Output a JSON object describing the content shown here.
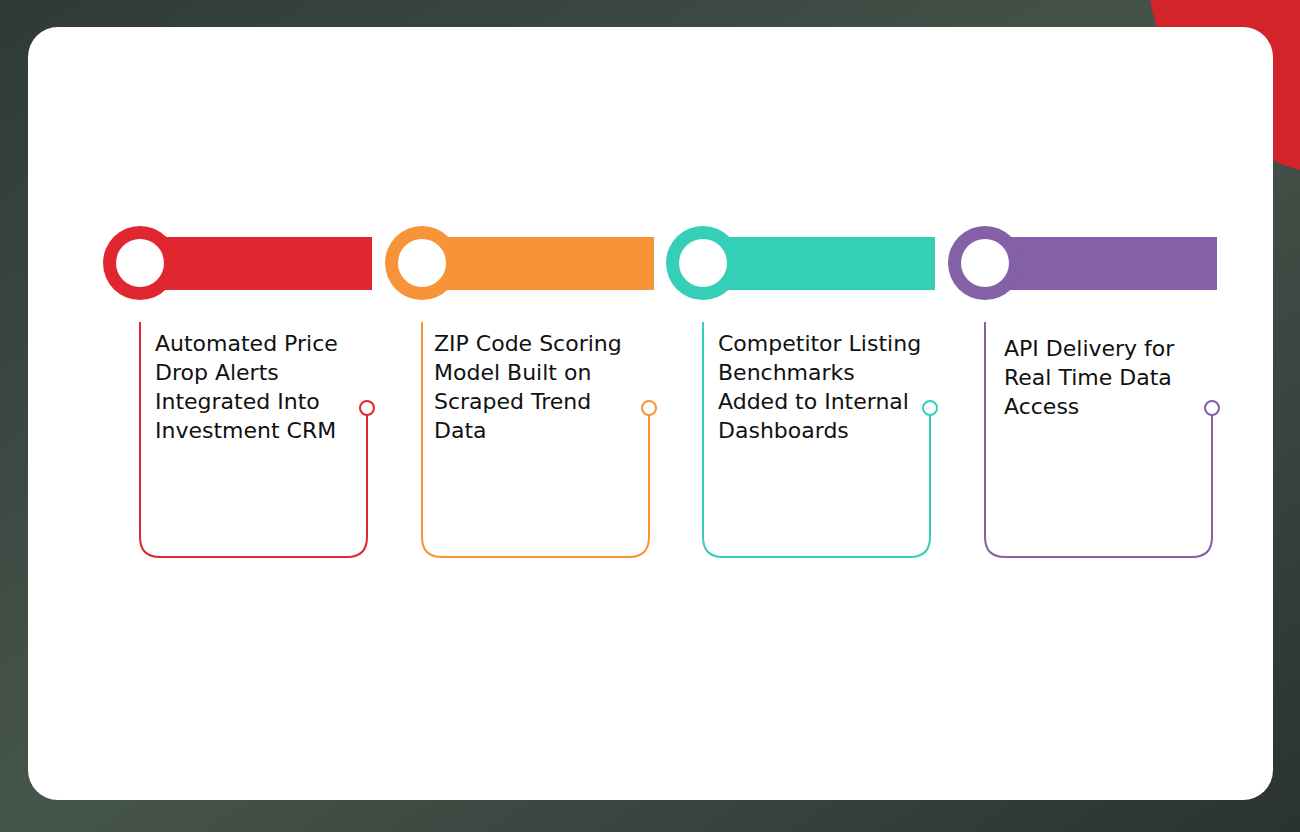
{
  "diagram": {
    "nodes": [
      {
        "text": [
          "Automated Price Drop Alerts Integrated Into Investment CRM"
        ]
      },
      {
        "text": [
          "ZIP Code Scoring Model Built on Scraped Trend Data"
        ]
      },
      {
        "text": [
          "Competitor Listing Benchmarks Added to Internal Dashboards"
        ]
      },
      {
        "text": [
          "API Delivery for Real Time Data Access"
        ]
      }
    ]
  }
}
